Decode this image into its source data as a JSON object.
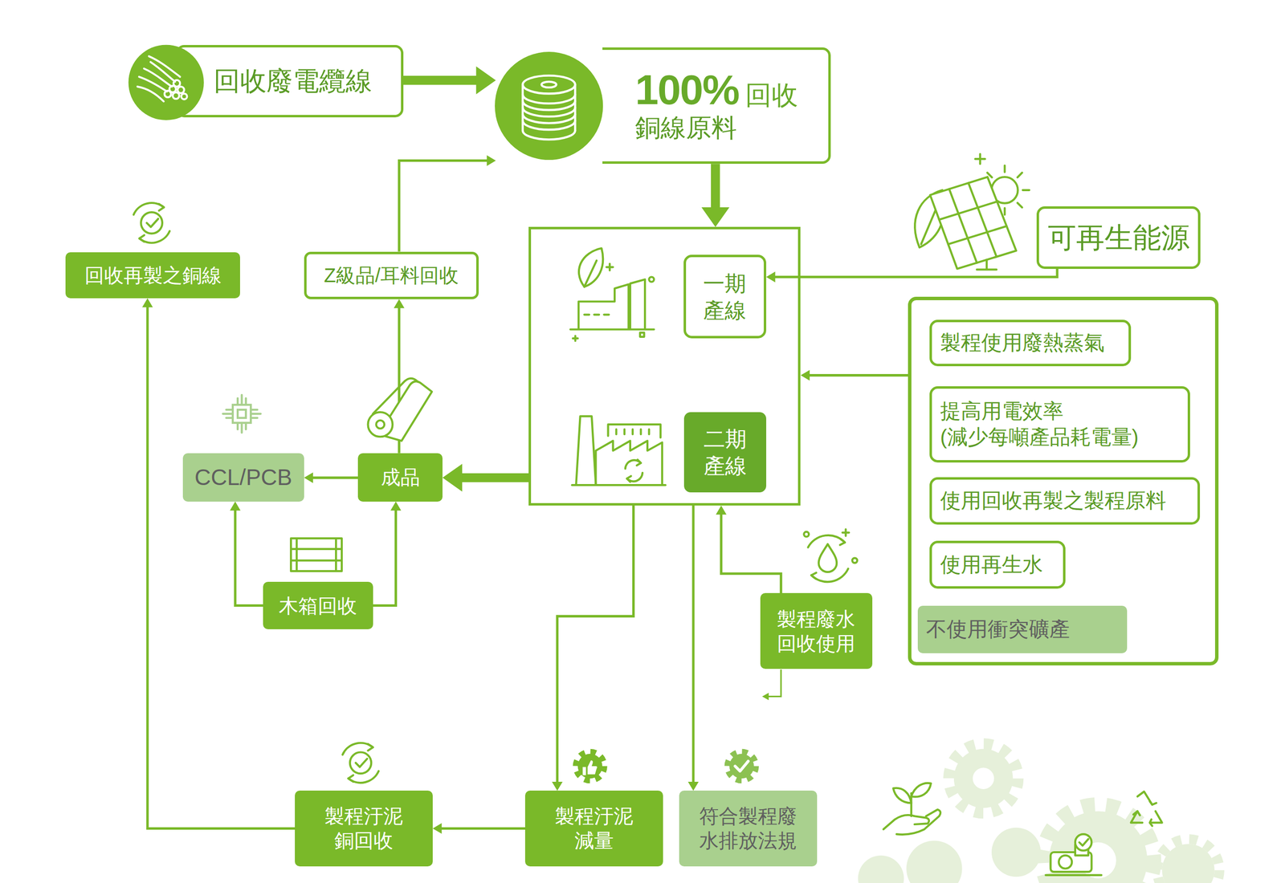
{
  "diagram": {
    "nodes": [
      {
        "text": [
          "回收廢電纜線"
        ]
      },
      {
        "text": [
          "100%",
          "回收",
          "銅線原料"
        ]
      },
      {
        "text": [
          "可再生能源"
        ]
      },
      {
        "text": []
      },
      {
        "text": [
          "一期 產線"
        ],
        "in": 3
      },
      {
        "text": [
          "二期 產線"
        ],
        "in": 3
      },
      {
        "text": []
      },
      {
        "text": [
          "製程使用廢熱蒸氣"
        ],
        "in": 6
      },
      {
        "text": [
          "提高用電效率 (減少每噸產品耗電量)"
        ],
        "in": 6
      },
      {
        "text": [
          "使用回收再製之製程原料"
        ],
        "in": 6
      },
      {
        "text": [
          "使用再生水"
        ],
        "in": 6
      },
      {
        "text": [
          "不使用衝突礦產"
        ],
        "in": 6
      },
      {
        "text": [
          "回收再製之銅線"
        ]
      },
      {
        "text": [
          "Z級品/耳料回收"
        ]
      },
      {
        "text": [
          "CCL/PCB"
        ]
      },
      {
        "text": [
          "成品"
        ]
      },
      {
        "text": [
          "木箱回收"
        ]
      },
      {
        "text": [
          "製程廢水 回收使用"
        ]
      },
      {
        "text": [
          "製程汙泥 銅回收"
        ]
      },
      {
        "text": [
          "製程汙泥 減量"
        ]
      },
      {
        "text": [
          "符合製程廢 水排放法規"
        ]
      }
    ],
    "edges": [
      {
        "from": 0,
        "to": 1,
        "arrow": "to"
      },
      {
        "from": 1,
        "to": 3,
        "arrow": "to"
      },
      {
        "from": 2,
        "to": 4,
        "arrow": "to"
      },
      {
        "from": 6,
        "to": 3,
        "arrow": "to"
      },
      {
        "from": 3,
        "to": 15,
        "arrow": "to"
      },
      {
        "from": 15,
        "to": 14,
        "arrow": "to"
      },
      {
        "from": 15,
        "to": 13,
        "arrow": "to"
      },
      {
        "from": 13,
        "to": 1,
        "arrow": "to"
      },
      {
        "from": 16,
        "to": 14,
        "arrow": "to"
      },
      {
        "from": 16,
        "to": 15,
        "arrow": "to"
      },
      {
        "from": 3,
        "to": 19,
        "arrow": "to"
      },
      {
        "from": 3,
        "to": 20,
        "arrow": "to"
      },
      {
        "from": 17,
        "to": 3,
        "arrow": "to"
      },
      {
        "from": 19,
        "to": 18,
        "arrow": "to"
      },
      {
        "from": 18,
        "to": 12,
        "arrow": "to"
      }
    ]
  }
}
